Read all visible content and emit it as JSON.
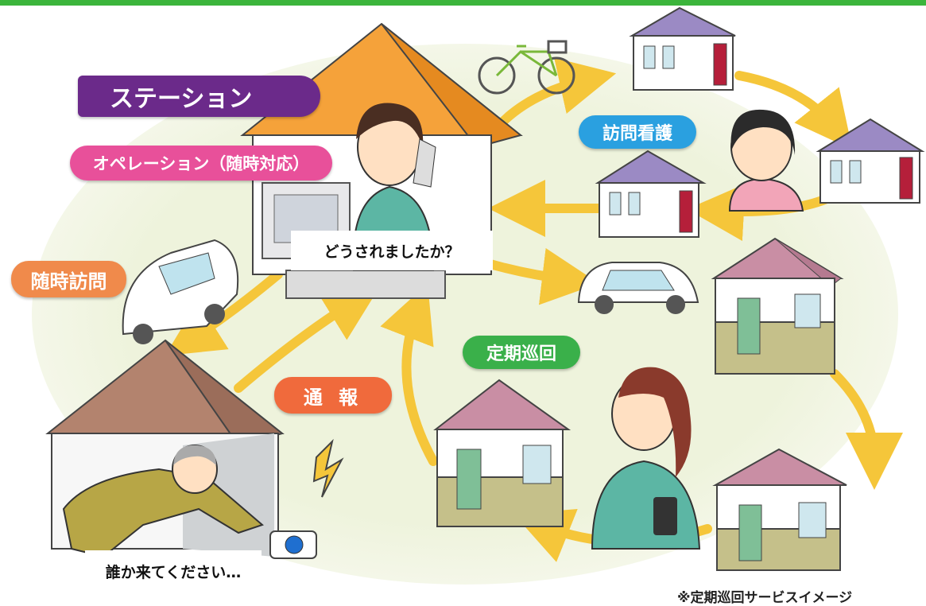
{
  "labels": {
    "station": "ステーション",
    "operation": "オペレーション（随時対応）",
    "visit_anytime": "随時訪問",
    "report": "通 報",
    "home_nursing": "訪問看護",
    "regular_patrol": "定期巡回"
  },
  "speech": {
    "operator": "どうされましたか？",
    "caller": "誰か来てください…"
  },
  "caption": "※定期巡回サービスイメージ",
  "colors": {
    "top_bar": "#3cb53c",
    "station_label": "#6b2a8a",
    "operation_label": "#e8509a",
    "visit_anytime_label": "#f08a4b",
    "report_label": "#f06a3c",
    "home_nursing_label": "#2aa0e0",
    "regular_patrol_label": "#3ab04a",
    "arrow": "#f5c63a"
  }
}
